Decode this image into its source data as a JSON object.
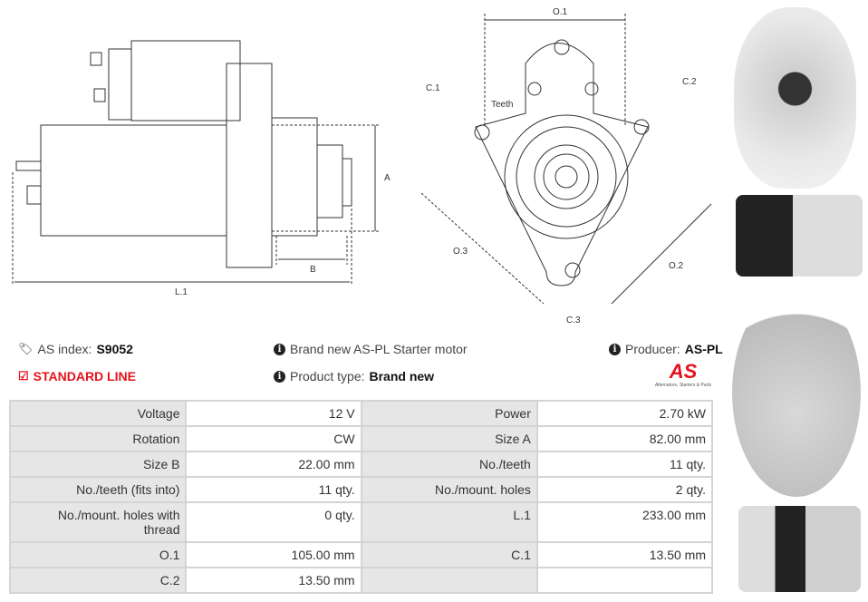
{
  "drawing_labels": {
    "A": "A",
    "B": "B",
    "L1": "L.1",
    "O1": "O.1",
    "O2": "O.2",
    "O3": "O.3",
    "C1": "C.1",
    "C2": "C.2",
    "C3": "C.3",
    "teeth": "Teeth"
  },
  "info": {
    "as_index_label": "AS index:",
    "as_index_value": "S9052",
    "line": "STANDARD LINE",
    "description": "Brand new AS-PL Starter motor",
    "product_type_label": "Product type:",
    "product_type_value": "Brand new",
    "producer_label": "Producer:",
    "producer_value": "AS-PL",
    "logo_text": "AS",
    "logo_tagline": "Alternators, Starters & Parts"
  },
  "colors": {
    "accent": "#e3131b"
  },
  "specs": [
    [
      "Voltage",
      "12 V",
      "Power",
      "2.70 kW"
    ],
    [
      "Rotation",
      "CW",
      "Size A",
      "82.00 mm"
    ],
    [
      "Size B",
      "22.00 mm",
      "No./teeth",
      "11 qty."
    ],
    [
      "No./teeth (fits into)",
      "11 qty.",
      "No./mount. holes",
      "2 qty."
    ],
    [
      "No./mount. holes with thread",
      "0 qty.",
      "L.1",
      "233.00 mm"
    ],
    [
      "O.1",
      "105.00 mm",
      "C.1",
      "13.50 mm"
    ],
    [
      "C.2",
      "13.50 mm",
      "",
      ""
    ]
  ]
}
